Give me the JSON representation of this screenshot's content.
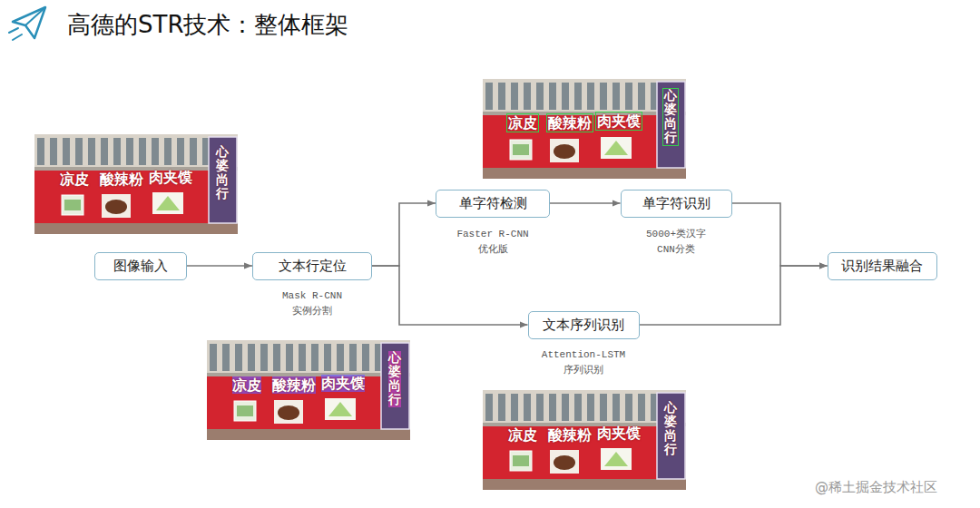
{
  "diagram": {
    "title": "高德的STR技术：整体框架",
    "nodes": [
      {
        "text": [
          "图像输入"
        ]
      },
      {
        "text": [
          "文本行定位"
        ]
      },
      {
        "text": [
          "单字符检测"
        ]
      },
      {
        "text": [
          "单字符识别"
        ]
      },
      {
        "text": [
          "文本序列识别"
        ]
      },
      {
        "text": [
          "识别结果融合"
        ]
      }
    ],
    "edges": [
      {
        "from": 0,
        "to": 1,
        "arrow": "to"
      },
      {
        "from": 1,
        "to": 2,
        "arrow": "to"
      },
      {
        "from": 2,
        "to": 3,
        "arrow": "to"
      },
      {
        "from": 3,
        "to": 5,
        "arrow": "to"
      },
      {
        "from": 1,
        "to": 4,
        "arrow": "to"
      },
      {
        "from": 4,
        "to": 5,
        "arrow": "to"
      }
    ],
    "labels": [
      "凉皮",
      "酸辣粉",
      "肉夹馍",
      "心婆尚行",
      "凉皮",
      "酸辣粉",
      "肉夹馍",
      "心婆尚行",
      "Faster R-CNN 优化版",
      "5000+类汉字 CNN分类",
      "Mask R-CNN 实例分割",
      "凉皮",
      "酸辣粉",
      "肉夹馍",
      "心婆尚行",
      "Attention-LSTM 序列识别",
      "凉皮",
      "酸辣粉",
      "肉夹馍",
      "心婆尚行",
      "@稀土掘金技术社区"
    ]
  }
}
